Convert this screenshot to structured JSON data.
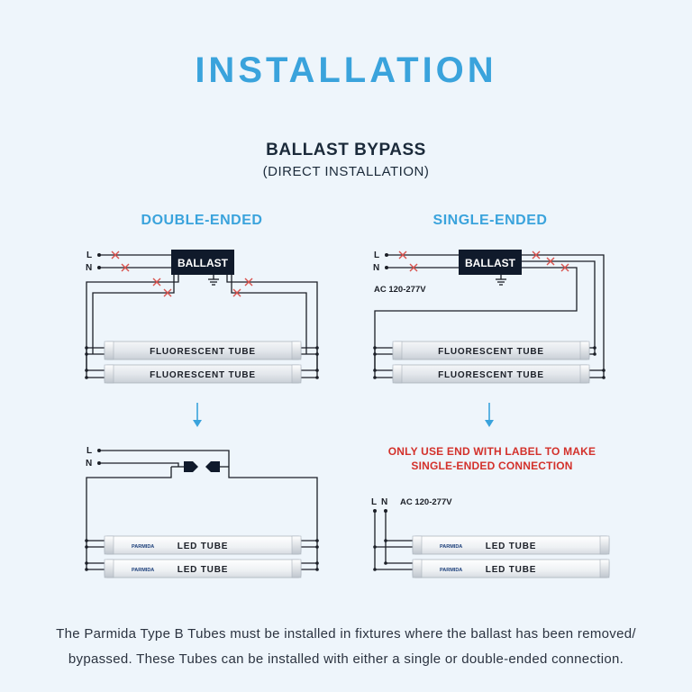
{
  "title": "INSTALLATION",
  "subtitle": "BALLAST BYPASS",
  "subsubtitle": "(DIRECT INSTALLATION)",
  "columns": {
    "double": "DOUBLE-ENDED",
    "single": "SINGLE-ENDED"
  },
  "labels": {
    "L": "L",
    "N": "N",
    "ballast": "BALLAST",
    "ac": "AC 120-277V",
    "fluorescent_tube": "FLUORESCENT TUBE",
    "led_tube": "LED TUBE",
    "brand": "PARMIDA"
  },
  "warning": {
    "line1": "ONLY USE END WITH LABEL TO MAKE",
    "line2": "SINGLE-ENDED CONNECTION"
  },
  "footer": {
    "line1": "The Parmida Type B Tubes must be installed in fixtures where the ballast has been removed/",
    "line2": "bypassed. These Tubes can be installed with either a single or double-ended connection."
  },
  "colors": {
    "accent": "#3aa3dc",
    "warning": "#d3312b",
    "cross": "#d9534f",
    "ballast": "#101a2b"
  }
}
